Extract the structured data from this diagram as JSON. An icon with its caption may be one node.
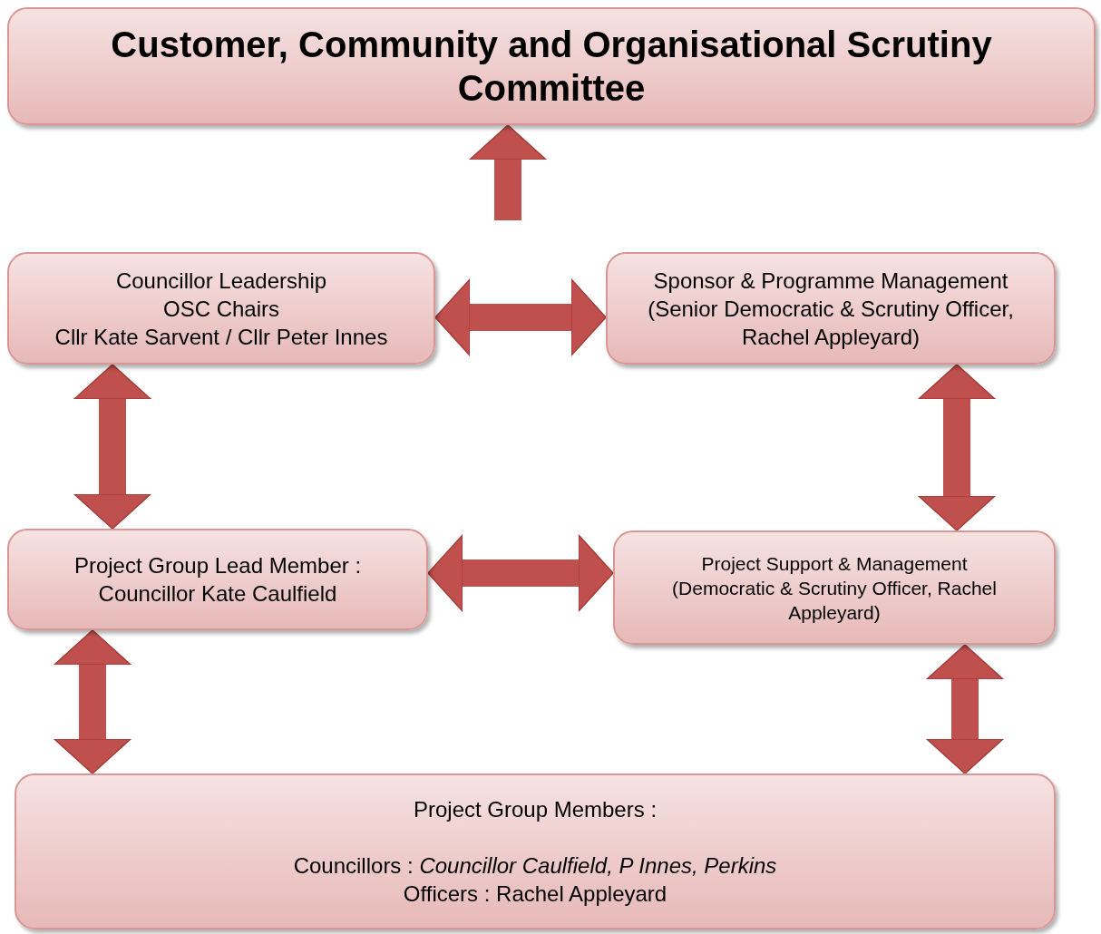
{
  "diagram": {
    "nodes": [
      {
        "text": [
          "Customer, Community and Organisational Scrutiny Committee"
        ]
      },
      {
        "text": [
          "Councillor Leadership",
          "OSC Chairs",
          "Cllr Kate Sarvent / Cllr Peter Innes"
        ]
      },
      {
        "text": [
          "Sponsor & Programme Management",
          "(Senior Democratic & Scrutiny Officer, Rachel Appleyard)"
        ]
      },
      {
        "text": [
          "Project Group Lead Member :",
          "Councillor Kate Caulfield"
        ]
      },
      {
        "text": [
          "Project Support & Management",
          "(Democratic & Scrutiny Officer, Rachel Appleyard)"
        ]
      },
      {
        "text": [
          "Project Group Members :",
          "Councillors : *Councillor Caulfield, P Innes, Perkins*",
          "Officers : Rachel Appleyard"
        ]
      }
    ],
    "edges": [
      {
        "from": null,
        "to": 0,
        "arrow": "to"
      },
      {
        "from": 1,
        "to": 2,
        "arrow": "both"
      },
      {
        "from": 1,
        "to": 3,
        "arrow": "both"
      },
      {
        "from": 2,
        "to": 4,
        "arrow": "both"
      },
      {
        "from": 3,
        "to": 4,
        "arrow": "both"
      },
      {
        "from": 3,
        "to": 5,
        "arrow": "both"
      },
      {
        "from": 4,
        "to": 5,
        "arrow": "both"
      }
    ]
  }
}
